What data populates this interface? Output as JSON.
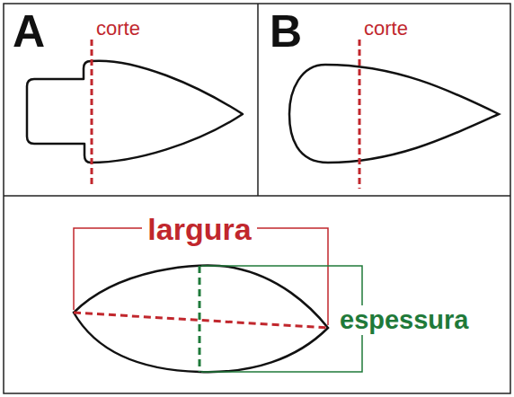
{
  "diagram": {
    "labels": [
      "A",
      "corte",
      "B",
      "corte",
      "largura",
      "espessura"
    ]
  }
}
